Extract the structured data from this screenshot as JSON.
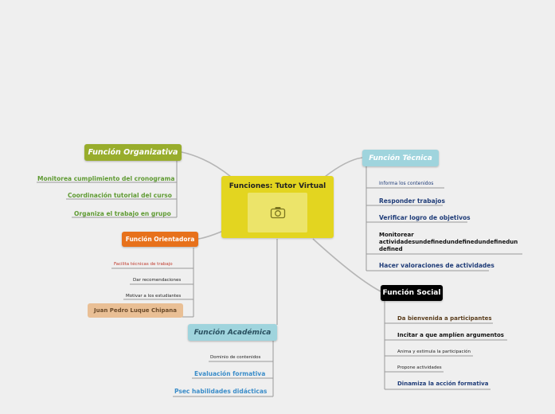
{
  "center": {
    "title": "Funciones: Tutor Virtual",
    "icon": "camera-icon"
  },
  "branches": {
    "organizativa": {
      "label": "Función Organizativa",
      "items": [
        "Monitorea cumplimiento del cronograma",
        "Coordinación tutorial del curso",
        "Organiza el trabajo en grupo"
      ]
    },
    "orientadora": {
      "label": "Función Orientadora",
      "items": [
        "Facilita técnicas de trabajo",
        "Dar recomendaciones",
        "Motivar a los estudiantes"
      ],
      "author": "Juan Pedro Luque Chipana"
    },
    "academica": {
      "label": "Función Académica",
      "items": [
        "Dominio de contenidos",
        "Evaluación formativa",
        "Psec habilidades didácticas"
      ]
    },
    "tecnica": {
      "label": "Función Técnica",
      "items": [
        "Informa los contenidos",
        "Responder trabajos",
        "Verificar logro de objetivos",
        "Monitorear",
        "actividadesundefinedundefinedundefinedun",
        "defined",
        "Hacer valoraciones de actividades"
      ]
    },
    "social": {
      "label": "Función Social",
      "items": [
        "Da bienvenida a participantes",
        "Incitar a que amplíen argumentos",
        "Anima y estimula la participación",
        "Propone actividades",
        "Dinamiza la acción formativa"
      ]
    }
  },
  "colors": {
    "background": "#efefef",
    "central": "#e3d520",
    "organizativa": "#98ad2c",
    "orientadora": "#e7711b",
    "academica": "#9fd4dd",
    "tecnica": "#9fd4dd",
    "social": "#000000",
    "author_note": "#e9bf95"
  }
}
